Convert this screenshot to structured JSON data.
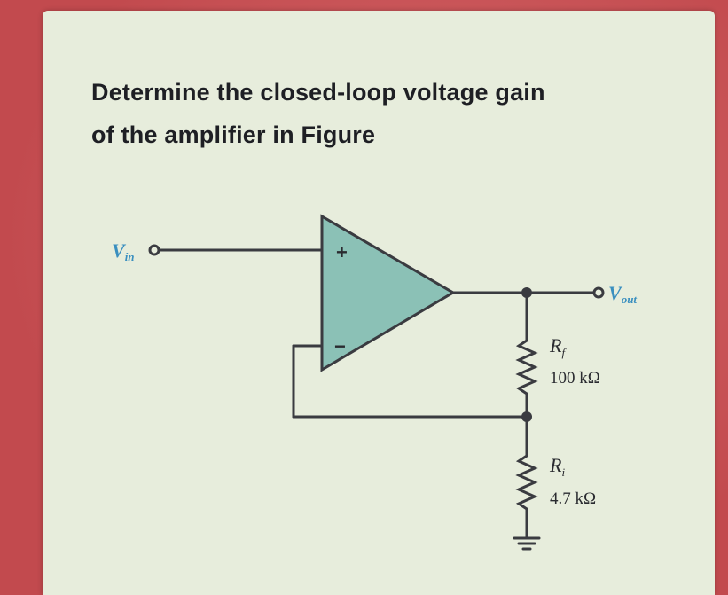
{
  "question": {
    "line1": "Determine the closed-loop voltage gain",
    "line2": "of the amplifier in Figure"
  },
  "circuit": {
    "vin_label": "V",
    "vin_sub": "in",
    "vout_label": "V",
    "vout_sub": "out",
    "plus_sign": "+",
    "minus_sign": "−",
    "rf": {
      "name": "R",
      "sub": "f",
      "value": "100 kΩ"
    },
    "ri": {
      "name": "R",
      "sub": "i",
      "value": "4.7 kΩ"
    }
  },
  "colors": {
    "wire": "#3a3b40",
    "opamp_fill": "#8bc1b6",
    "label_blue": "#3a8fbf",
    "background": "#e7eddc",
    "frame": "#c44a4e"
  }
}
